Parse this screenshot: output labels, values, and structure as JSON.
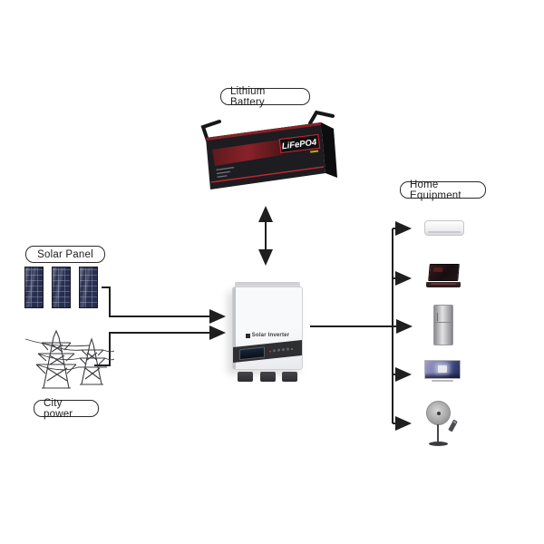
{
  "canvas": {
    "background": "#ffffff",
    "line_color": "#1f1f1f"
  },
  "labels": {
    "lithium_battery": "Lithium Battery",
    "solar_panel": "Solar Panel",
    "city_power": "City power",
    "home_equipment": "Home Equipment"
  },
  "battery": {
    "brand": "LiFePO4",
    "body_color": "#1c1c21",
    "accent_color": "#c0272d"
  },
  "inverter": {
    "brand": "Solar Inverter",
    "body_color": "#f7f8fa",
    "panel_color": "#2e2e33"
  },
  "solar_panels": {
    "count": 3,
    "panel_color": "#272e4e"
  },
  "city_power": {
    "tower_count": 2
  },
  "home_equipment": {
    "items": [
      "air-conditioner",
      "laptop",
      "refrigerator",
      "television",
      "pedestal-fan"
    ]
  },
  "connections": [
    {
      "from": "lithium-battery",
      "to": "inverter",
      "type": "bidirectional"
    },
    {
      "from": "solar-panels",
      "to": "inverter",
      "type": "arrow"
    },
    {
      "from": "city-power",
      "to": "inverter",
      "type": "arrow"
    },
    {
      "from": "inverter",
      "to": "home-equipment",
      "type": "branched-arrows",
      "branch_count": 5
    }
  ]
}
